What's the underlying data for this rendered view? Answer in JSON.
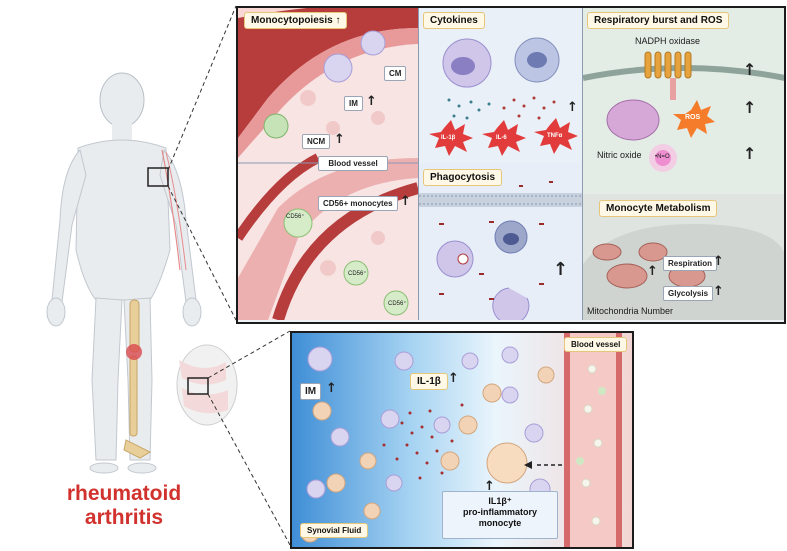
{
  "main_label": {
    "line1": "rheumatoid",
    "line2": "arthritis"
  },
  "panels": {
    "monocytopoiesis": {
      "title": "Monocytopoiesis",
      "cm": "CM",
      "im": "IM",
      "ncm": "NCM",
      "blood_vessel": "Blood vessel",
      "cd56": "CD56+ monocytes",
      "cd56_cell": "CD56⁺"
    },
    "cytokines": {
      "title": "Cytokines",
      "il1b": "IL-1β",
      "il6": "IL-6",
      "tnfa": "TNFα"
    },
    "respiratory": {
      "title": "Respiratory burst and ROS",
      "nadph": "NADPH oxidase",
      "ros": "ROS",
      "no": "Nitric oxide",
      "no_formula": "•N=O"
    },
    "phagocytosis": {
      "title": "Phagocytosis"
    },
    "metabolism": {
      "title": "Monocyte Metabolism",
      "respiration": "Respiration",
      "glycolysis": "Glycolysis",
      "mito": "Mitochondria Number"
    },
    "synovial": {
      "im": "IM",
      "il1b": "IL-1β",
      "blood_vessel": "Blood vessel",
      "fluid": "Synovial Fluid",
      "mono_line1": "IL1β⁺",
      "mono_line2": "pro-inflammatory",
      "mono_line3": "monocyte"
    }
  },
  "arrow_glyph": "↑",
  "colors": {
    "title_red": "#d2322d",
    "vessel_red": "#c0392b",
    "tag_bg": "#fff8e6",
    "panel_bg": "#eef3f8"
  }
}
